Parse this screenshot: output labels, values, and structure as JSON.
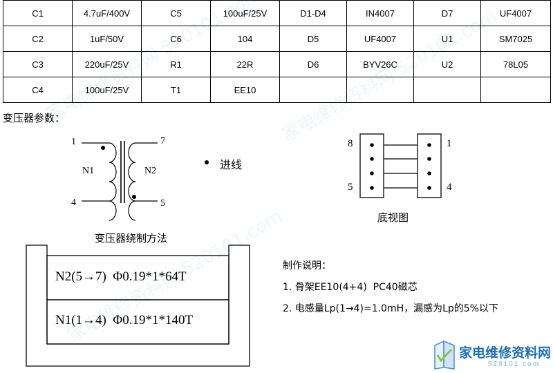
{
  "bom_rows": [
    [
      "C1",
      "4.7uF/400V",
      "C5",
      "100uF/25V",
      "D1-D4",
      "IN4007",
      "D7",
      "UF4007"
    ],
    [
      "C2",
      "1uF/50V",
      "C6",
      "104",
      "D5",
      "UF4007",
      "U1",
      "SM7025"
    ],
    [
      "C3",
      "220uF/25V",
      "R1",
      "22R",
      "D6",
      "BYV26C",
      "U2",
      "78L05"
    ],
    [
      "C4",
      "100uF/25V",
      "T1",
      "EE10",
      "",
      "",
      "",
      ""
    ]
  ],
  "section_title": "变压器参数：",
  "schematic": {
    "pin_1": "1",
    "pin_4": "4",
    "pin_7": "7",
    "pin_5": "5",
    "n1": "N1",
    "n2": "N2",
    "legend_text": "进线"
  },
  "bottom_view": {
    "pin_8": "8",
    "pin_5": "5",
    "pin_1": "1",
    "pin_4": "4",
    "caption": "底视图"
  },
  "winding_method": {
    "title": "变压器绕制方法",
    "layer_top": "N2(5→7)  Φ0.19*1*64T",
    "layer_bottom": "N1(1→4)  Φ0.19*1*140T"
  },
  "notes": {
    "title": "制作说明：",
    "line1": "1. 骨架EE10(4+4)  PC40磁芯",
    "line2": "2. 电感量Lp(1→4)=1.0mH，漏感为Lp的5%以下"
  },
  "logo": {
    "text": "家电维修资料网",
    "sub": "520101.com"
  },
  "watermark": "家电维修资料网 520101.com"
}
